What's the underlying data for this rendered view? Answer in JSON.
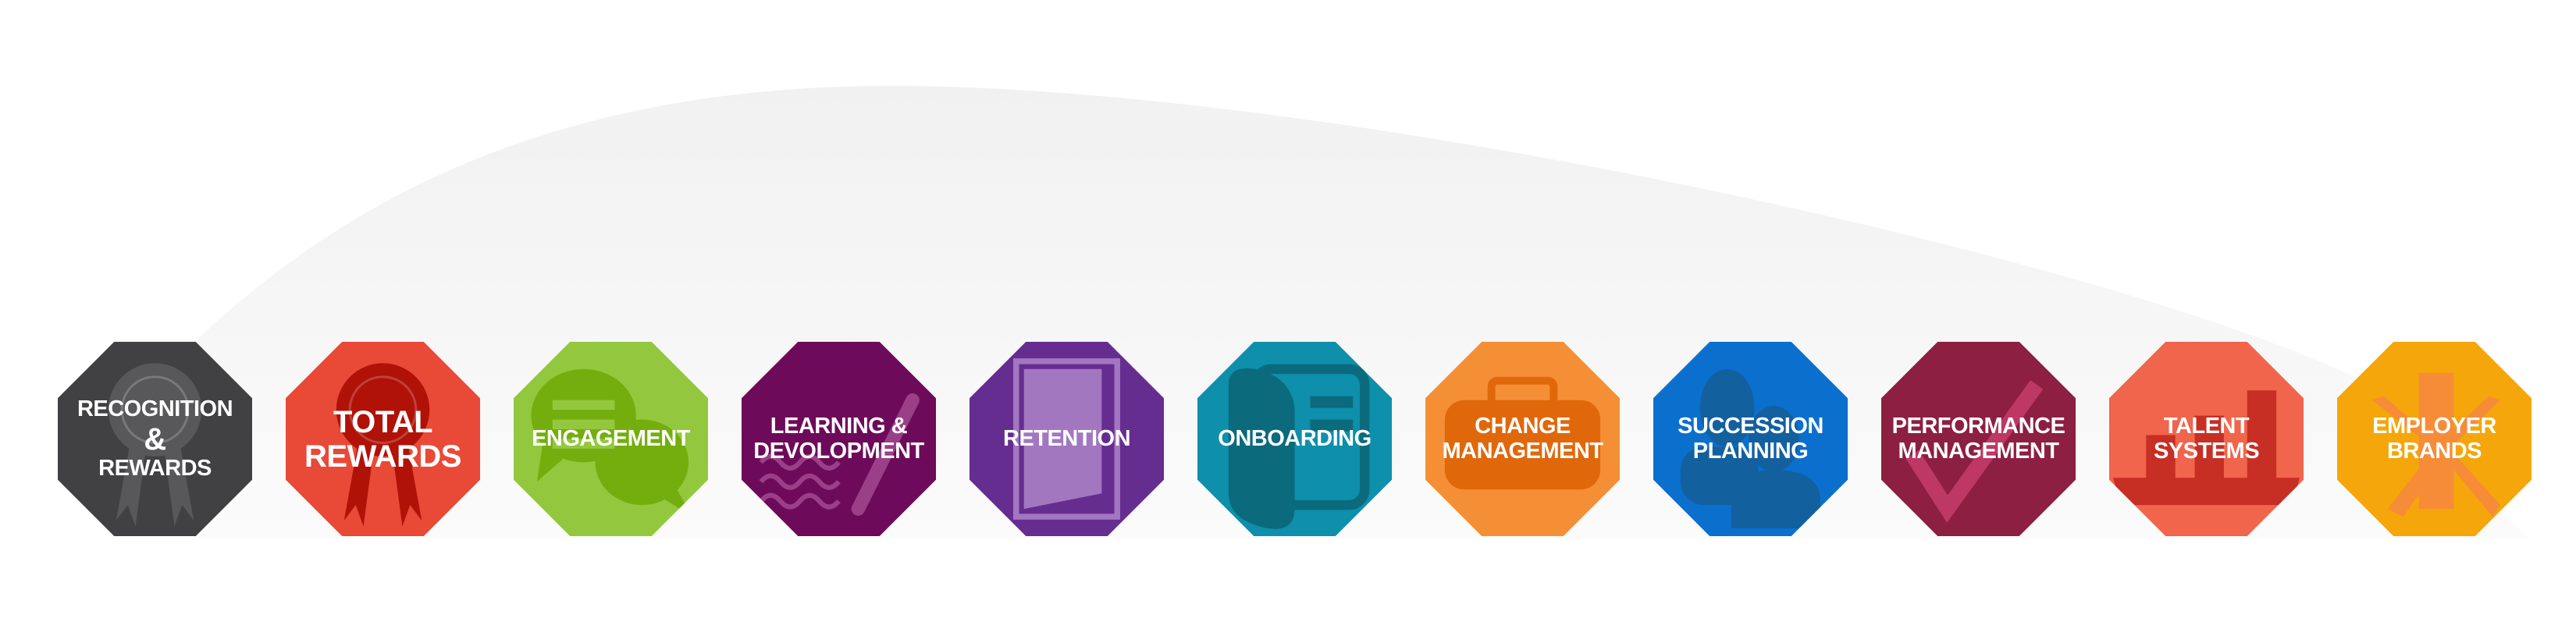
{
  "tiles": [
    {
      "id": "recognition-rewards",
      "lines": [
        "RECOGNITION",
        "&",
        "REWARDS"
      ],
      "color": "#414042",
      "icon": "ribbon-icon",
      "icon_color": "#58585a",
      "big": false
    },
    {
      "id": "total-rewards",
      "lines": [
        "TOTAL",
        "REWARDS"
      ],
      "color": "#e84a37",
      "icon": "ribbon-icon",
      "icon_color": "#b01207",
      "big": true
    },
    {
      "id": "engagement",
      "lines": [
        "ENGAGEMENT"
      ],
      "color": "#93c83e",
      "icon": "chat-bubbles-icon",
      "icon_color": "#74ae0e",
      "big": false
    },
    {
      "id": "learning-development",
      "lines": [
        "LEARNING &",
        "DEVOLOPMENT"
      ],
      "color": "#6e0a5a",
      "icon": "pen-writing-icon",
      "icon_color": "#9a3f88",
      "big": false
    },
    {
      "id": "retention",
      "lines": [
        "RETENTION"
      ],
      "color": "#662d91",
      "icon": "door-icon",
      "icon_color": "#a277c0",
      "big": false
    },
    {
      "id": "onboarding",
      "lines": [
        "ONBOARDING"
      ],
      "color": "#0e8fab",
      "icon": "cabinet-icon",
      "icon_color": "#0b6a7c",
      "big": false
    },
    {
      "id": "change-management",
      "lines": [
        "CHANGE",
        "MANAGEMENT"
      ],
      "color": "#f58f35",
      "icon": "briefcase-icon",
      "icon_color": "#e0680b",
      "big": false
    },
    {
      "id": "succession-planning",
      "lines": [
        "SUCCESSION",
        "PLANNING"
      ],
      "color": "#0b6fce",
      "icon": "people-icon",
      "icon_color": "#13609e",
      "big": false
    },
    {
      "id": "performance-management",
      "lines": [
        "PERFORMANCE",
        "MANAGEMENT"
      ],
      "color": "#8c1f42",
      "icon": "checkmark-icon",
      "icon_color": "#bd3864",
      "big": false
    },
    {
      "id": "talent-systems",
      "lines": [
        "TALENT",
        "SYSTEMS"
      ],
      "color": "#f0654b",
      "icon": "bar-chart-icon",
      "icon_color": "#c72e24",
      "big": false
    },
    {
      "id": "employer-brands",
      "lines": [
        "EMPLOYER",
        "BRANDS"
      ],
      "color": "#f5a60a",
      "icon": "asterisk-icon",
      "icon_color": "#f68c38",
      "big": false
    }
  ]
}
